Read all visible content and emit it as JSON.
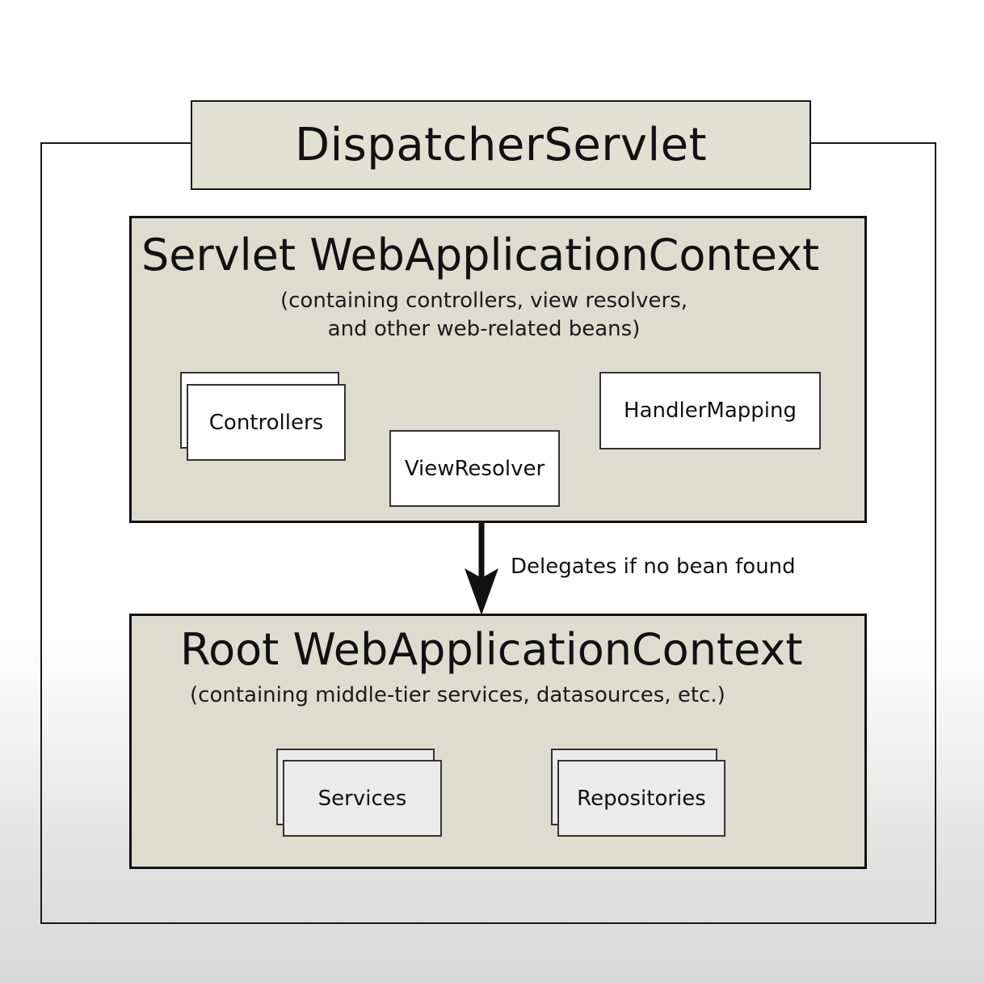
{
  "diagram": {
    "dispatcher": "DispatcherServlet",
    "servlet_context": {
      "title": "Servlet WebApplicationContext",
      "subtitle_line1": "(containing controllers, view resolvers,",
      "subtitle_line2": "and other web-related beans)",
      "beans": {
        "controllers": "Controllers",
        "view_resolver": "ViewResolver",
        "handler_mapping": "HandlerMapping"
      }
    },
    "delegation": "Delegates if no bean found",
    "root_context": {
      "title": "Root WebApplicationContext",
      "subtitle": "(containing middle-tier services, datasources, etc.)",
      "beans": {
        "services": "Services",
        "repositories": "Repositories"
      }
    }
  }
}
